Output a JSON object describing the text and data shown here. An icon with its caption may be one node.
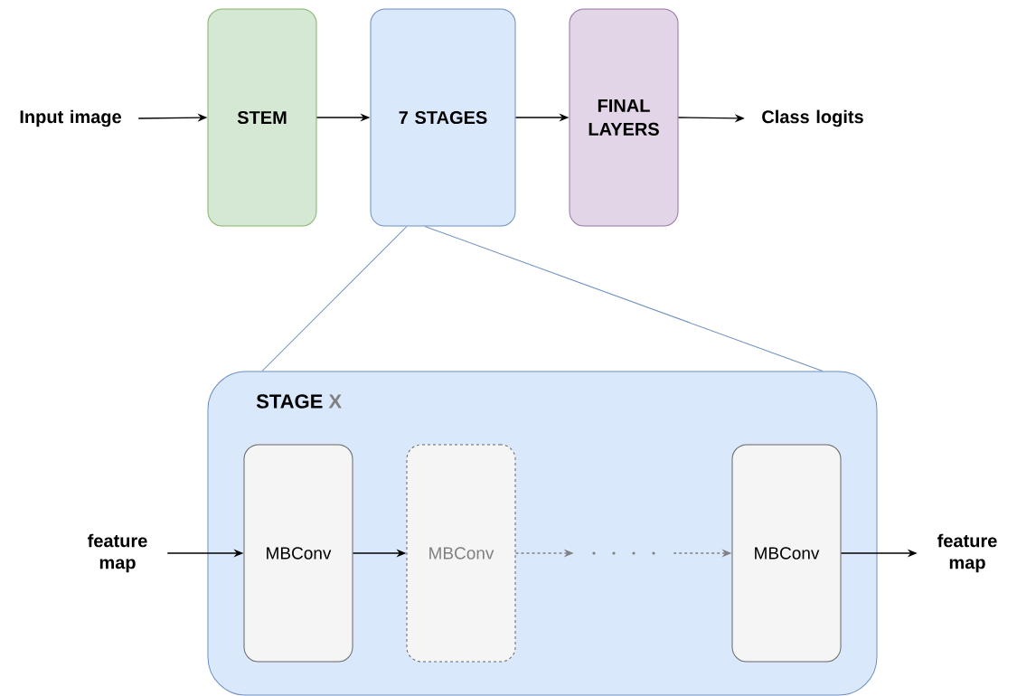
{
  "diagram": {
    "nodes": [
      {
        "text": [
          "Input image"
        ]
      },
      {
        "text": [
          "STEM"
        ]
      },
      {
        "text": [
          "7 STAGES"
        ]
      },
      {
        "text": [
          "FINAL LAYERS"
        ]
      },
      {
        "text": [
          "Class logits"
        ]
      },
      {
        "text": [
          "STAGE",
          "X"
        ]
      },
      {
        "text": [
          "feature map"
        ]
      },
      {
        "text": [
          "MBConv"
        ],
        "in": 5
      },
      {
        "text": [
          "MBConv"
        ],
        "in": 5
      },
      {
        "text": [],
        "shape": "dots",
        "in": 5
      },
      {
        "text": [
          "MBConv"
        ],
        "in": 5
      },
      {
        "text": [
          "feature map"
        ]
      }
    ],
    "edges": [
      {
        "from": 0,
        "to": 1,
        "arrow": "to"
      },
      {
        "from": 1,
        "to": 2,
        "arrow": "to"
      },
      {
        "from": 2,
        "to": 3,
        "arrow": "to"
      },
      {
        "from": 3,
        "to": 4,
        "arrow": "to"
      },
      {
        "from": 2,
        "to": 5,
        "arrow": "none",
        "color": "#6c8ebf"
      },
      {
        "from": 2,
        "to": 5,
        "arrow": "none",
        "color": "#6c8ebf"
      },
      {
        "from": 6,
        "to": 7,
        "arrow": "to"
      },
      {
        "from": 7,
        "to": 8,
        "arrow": "to"
      },
      {
        "from": 8,
        "to": 9,
        "arrow": "to",
        "style": "dashed",
        "color": "#808080"
      },
      {
        "from": 9,
        "to": 10,
        "arrow": "to",
        "style": "dashed",
        "color": "#808080"
      },
      {
        "from": 10,
        "to": 11,
        "arrow": "to"
      }
    ]
  }
}
